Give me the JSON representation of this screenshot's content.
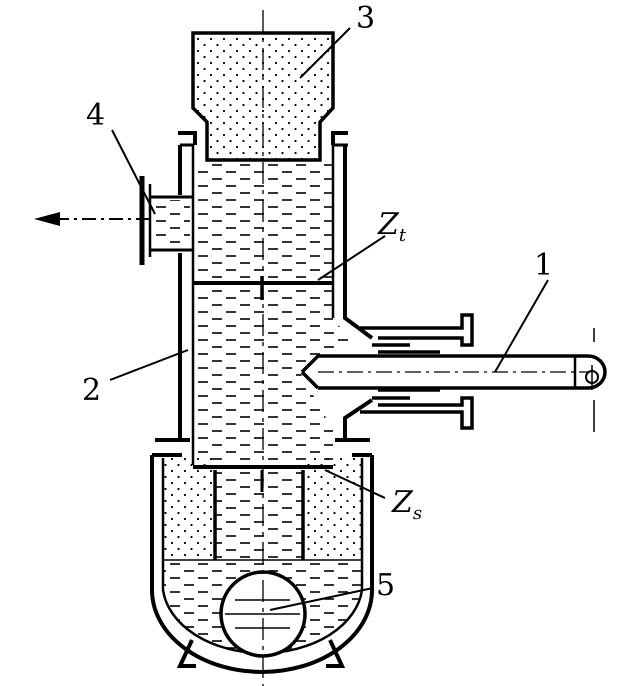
{
  "labels": {
    "one": "1",
    "two": "2",
    "three": "3",
    "four": "4",
    "five": "5",
    "zt_main": "Z",
    "zt_sub": "t",
    "zs_main": "Z",
    "zs_sub": "s"
  },
  "colors": {
    "ink": "#000000",
    "paper": "#ffffff"
  }
}
